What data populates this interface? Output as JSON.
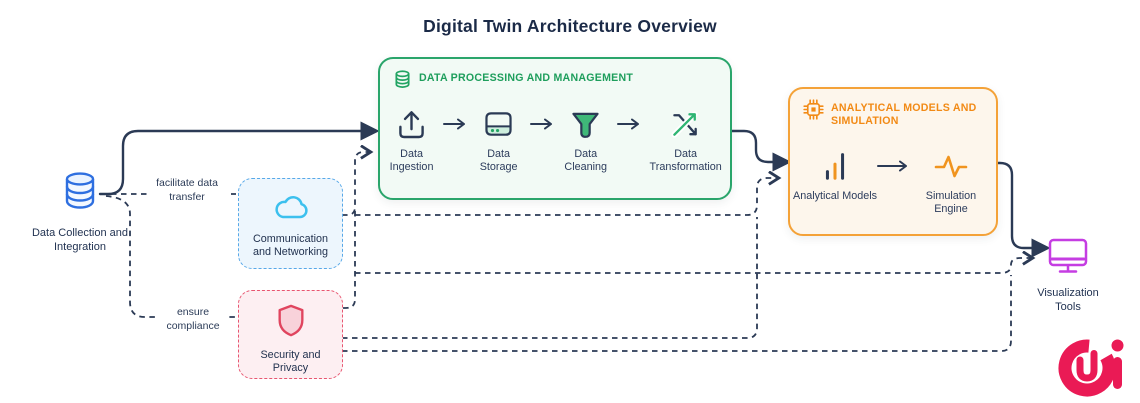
{
  "title": "Digital Twin Architecture Overview",
  "colors": {
    "line_navy": "#2b3a55",
    "green": "#26a566",
    "green_bg": "#f2faf5",
    "orange": "#f28a15",
    "orange_bg": "#fdf6ec",
    "db_blue": "#2e6fe0",
    "cloud_cyan": "#3cc0ee",
    "comm_border": "#57a8e8",
    "comm_bg": "#edf6fd",
    "security_red": "#e4455f",
    "security_bg": "#fdeff2",
    "monitor_magenta": "#c53de2",
    "logo_red": "#ea1a55"
  },
  "source_node": {
    "label": "Data Collection and Integration",
    "icon": "database-icon"
  },
  "edge_labels": {
    "transfer": "facilitate data transfer",
    "compliance": "ensure compliance"
  },
  "processing_box": {
    "header": "DATA PROCESSING AND MANAGEMENT",
    "header_icon": "database-icon",
    "items": [
      {
        "label": "Data Ingestion",
        "icon": "upload-icon"
      },
      {
        "label": "Data Storage",
        "icon": "storage-icon"
      },
      {
        "label": "Data Cleaning",
        "icon": "funnel-icon"
      },
      {
        "label": "Data Transformation",
        "icon": "shuffle-arrows-icon"
      }
    ]
  },
  "analytics_box": {
    "header": "ANALYTICAL MODELS AND SIMULATION",
    "header_icon": "chip-icon",
    "items": [
      {
        "label": "Analytical Models",
        "icon": "bar-chart-icon"
      },
      {
        "label": "Simulation Engine",
        "icon": "pulse-icon"
      }
    ]
  },
  "support_nodes": [
    {
      "label": "Communication and Networking",
      "icon": "cloud-icon"
    },
    {
      "label": "Security and Privacy",
      "icon": "shield-icon"
    }
  ],
  "output_node": {
    "label": "Visualization Tools",
    "icon": "monitor-icon"
  }
}
